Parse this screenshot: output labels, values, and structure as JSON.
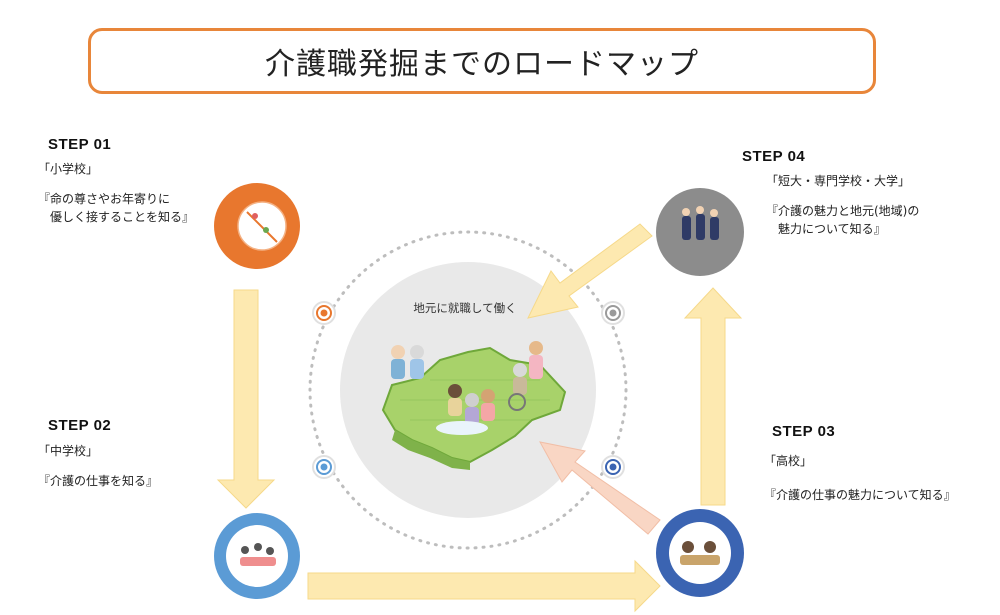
{
  "title": "介護職発掘までのロードマップ",
  "center": {
    "label": "地元に就職して働く"
  },
  "steps": [
    {
      "heading": "STEP 01",
      "school": "「小学校」",
      "desc": "『命の尊さやお年寄りに\n　優しく接することを知る』",
      "color": "#e8772e"
    },
    {
      "heading": "STEP 02",
      "school": "「中学校」",
      "desc": "『介護の仕事を知る』",
      "color": "#5b9bd5"
    },
    {
      "heading": "STEP 03",
      "school": "「高校」",
      "desc": "『介護の仕事の魅力について知る』",
      "color": "#3b64b2"
    },
    {
      "heading": "STEP 04",
      "school": "「短大・専門学校・大学」",
      "desc": "『介護の魅力と地元(地域)の\n　魅力について知る』",
      "color": "#8a8a8a"
    }
  ],
  "colors": {
    "accent": "#e8863a",
    "arrow": "#fde9b0",
    "arrow_step3": "#f9d6c4",
    "center_bg": "#e8e8e8",
    "map_green": "#a8d26a"
  }
}
